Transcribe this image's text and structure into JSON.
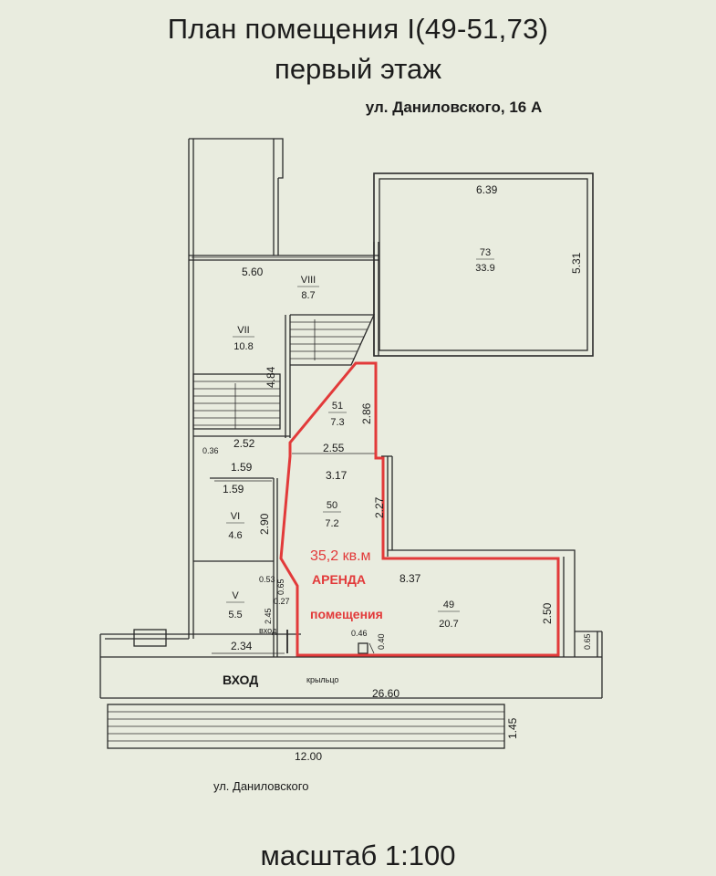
{
  "title": {
    "line1": "План помещения I(49-51,73)",
    "line2": "первый этаж",
    "address": "ул. Даниловского, 16 А"
  },
  "rooms": {
    "r73": {
      "number": "73",
      "area": "33.9"
    },
    "r8": {
      "number": "VIII",
      "area": "8.7"
    },
    "r7": {
      "number": "VII",
      "area": "10.8"
    },
    "r51": {
      "number": "51",
      "area": "7.3"
    },
    "r50": {
      "number": "50",
      "area": "7.2"
    },
    "r6": {
      "number": "VI",
      "area": "4.6"
    },
    "r5": {
      "number": "V",
      "area": "5.5"
    },
    "r49": {
      "number": "49",
      "area": "20.7"
    }
  },
  "dimensions": {
    "d639": "6.39",
    "d531": "5.31",
    "d560": "5.60",
    "d484": "4.84",
    "d286": "2.86",
    "d252": "2.52",
    "d036": "0.36",
    "d255": "2.55",
    "d159a": "1.59",
    "d159b": "1.59",
    "d317": "3.17",
    "d227": "2.27",
    "d290": "2.90",
    "d837": "8.37",
    "d250": "2.50",
    "d053": "0.53",
    "d065a": "0.65",
    "d027": "0.27",
    "d245": "2.45",
    "d046": "0.46",
    "d040": "0.40",
    "d065b": "0.65",
    "d234": "2.34",
    "d2660": "26.60",
    "d145": "1.45",
    "d1200": "12.00"
  },
  "labels": {
    "vhod_small": "вход",
    "vhod": "ВХОД",
    "kryltso": "крыльцо",
    "street": "ул. Даниловского"
  },
  "rental": {
    "area": "35,2 кв.м",
    "line1": "АРЕНДА",
    "line2": "помещения"
  },
  "scale": "масштаб 1:100",
  "colors": {
    "highlight": "#e23a3a",
    "line": "#2a2a2a"
  }
}
